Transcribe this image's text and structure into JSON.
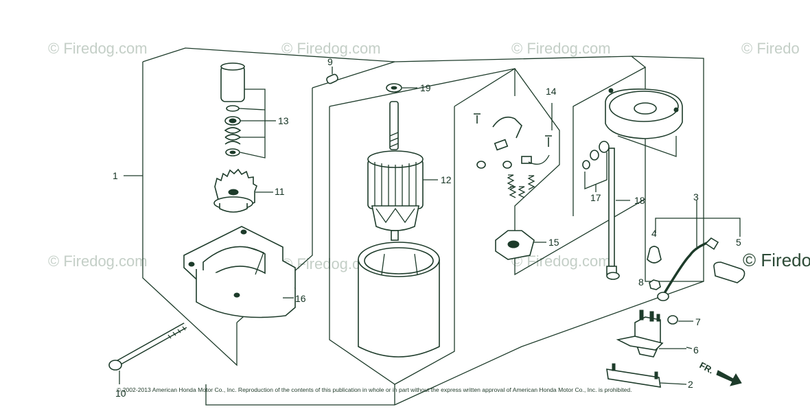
{
  "watermark": {
    "text": "© Firedog.com",
    "text_right": "© Firedo",
    "text_side": "© Firedog"
  },
  "copyright": "© 2002-2013 American Honda Motor Co., Inc. Reproduction of the contents of this publication in whole or in part without the express written approval of American Honda Motor Co., Inc. is prohibited.",
  "direction_label": "FR.",
  "callouts": {
    "p1": "1",
    "p2": "2",
    "p3": "3",
    "p4": "4",
    "p5": "5",
    "p6": "6",
    "p7": "7",
    "p8": "8",
    "p9": "9",
    "p10": "10",
    "p11": "11",
    "p12": "12",
    "p13": "13",
    "p14": "14",
    "p15": "15",
    "p16": "16",
    "p17": "17",
    "p18": "18",
    "p19": "19"
  }
}
